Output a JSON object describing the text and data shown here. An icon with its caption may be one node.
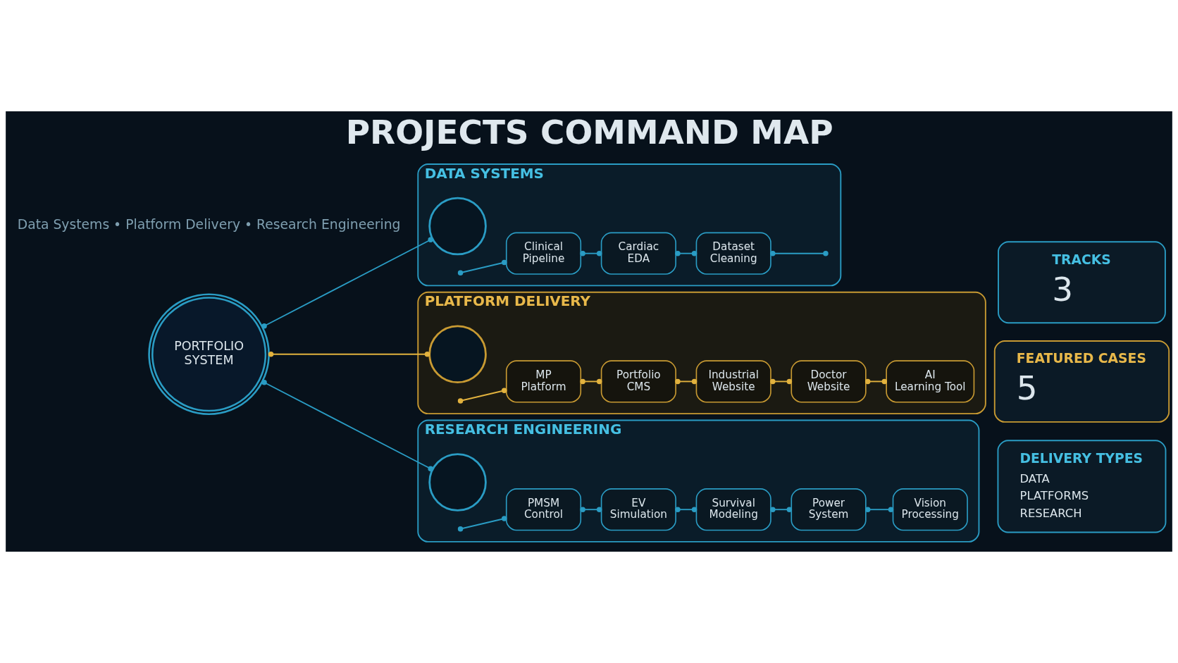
{
  "diagram": {
    "title": "PROJECTS COMMAND MAP",
    "nodes": [
      {
        "text": [
          "PORTFOLIO SYSTEM"
        ]
      },
      {
        "text": [
          "DATA SYSTEMS"
        ]
      },
      {
        "text": [],
        "shape": "circle",
        "in": 1
      },
      {
        "text": [
          "Clinical Pipeline"
        ],
        "in": 1
      },
      {
        "text": [
          "Cardiac EDA"
        ],
        "in": 1
      },
      {
        "text": [
          "Dataset Cleaning"
        ],
        "in": 1
      },
      {
        "text": [
          "PLATFORM DELIVERY"
        ]
      },
      {
        "text": [],
        "shape": "circle",
        "in": 6
      },
      {
        "text": [
          "MP Platform"
        ],
        "in": 6
      },
      {
        "text": [
          "Portfolio CMS"
        ],
        "in": 6
      },
      {
        "text": [
          "Industrial Website"
        ],
        "in": 6
      },
      {
        "text": [
          "Doctor Website"
        ],
        "in": 6
      },
      {
        "text": [
          "AI Learning Tool"
        ],
        "in": 6
      },
      {
        "text": [
          "RESEARCH ENGINEERING"
        ]
      },
      {
        "text": [],
        "shape": "circle",
        "in": 13
      },
      {
        "text": [
          "PMSM Control"
        ],
        "in": 13
      },
      {
        "text": [
          "EV Simulation"
        ],
        "in": 13
      },
      {
        "text": [
          "Survival Modeling"
        ],
        "in": 13
      },
      {
        "text": [
          "Power System"
        ],
        "in": 13
      },
      {
        "text": [
          "Vision Processing"
        ],
        "in": 13
      },
      {
        "text": [
          "TRACKS",
          "3"
        ]
      },
      {
        "text": [
          "FEATURED CASES",
          "5"
        ]
      },
      {
        "text": [
          "DELIVERY TYPES",
          "DATA",
          "PLATFORMS",
          "RESEARCH"
        ]
      }
    ],
    "edges": [
      {
        "from": 0,
        "to": 2,
        "arrow": "other"
      },
      {
        "from": null,
        "to": 3,
        "arrow": "other"
      },
      {
        "from": 3,
        "to": 4,
        "arrow": "other"
      },
      {
        "from": 4,
        "to": 5,
        "arrow": "other"
      },
      {
        "from": 5,
        "to": null,
        "arrow": "other"
      },
      {
        "from": 0,
        "to": 7,
        "arrow": "other",
        "color": "#e2b23e"
      },
      {
        "from": null,
        "to": 8,
        "arrow": "other",
        "color": "#e2b23e"
      },
      {
        "from": 8,
        "to": 9,
        "arrow": "other",
        "color": "#e2b23e"
      },
      {
        "from": 9,
        "to": 10,
        "arrow": "other",
        "color": "#e2b23e"
      },
      {
        "from": 10,
        "to": 11,
        "arrow": "other",
        "color": "#e2b23e"
      },
      {
        "from": 11,
        "to": 12,
        "arrow": "other",
        "color": "#e2b23e"
      },
      {
        "from": 0,
        "to": 14,
        "arrow": "other"
      },
      {
        "from": null,
        "to": 15,
        "arrow": "other"
      },
      {
        "from": 15,
        "to": 16,
        "arrow": "other"
      },
      {
        "from": 16,
        "to": 17,
        "arrow": "other"
      },
      {
        "from": 17,
        "to": 18,
        "arrow": "other"
      },
      {
        "from": 18,
        "to": 19,
        "arrow": "other"
      }
    ],
    "labels": [
      "Data Systems • Platform Delivery • Research Engineering"
    ]
  }
}
